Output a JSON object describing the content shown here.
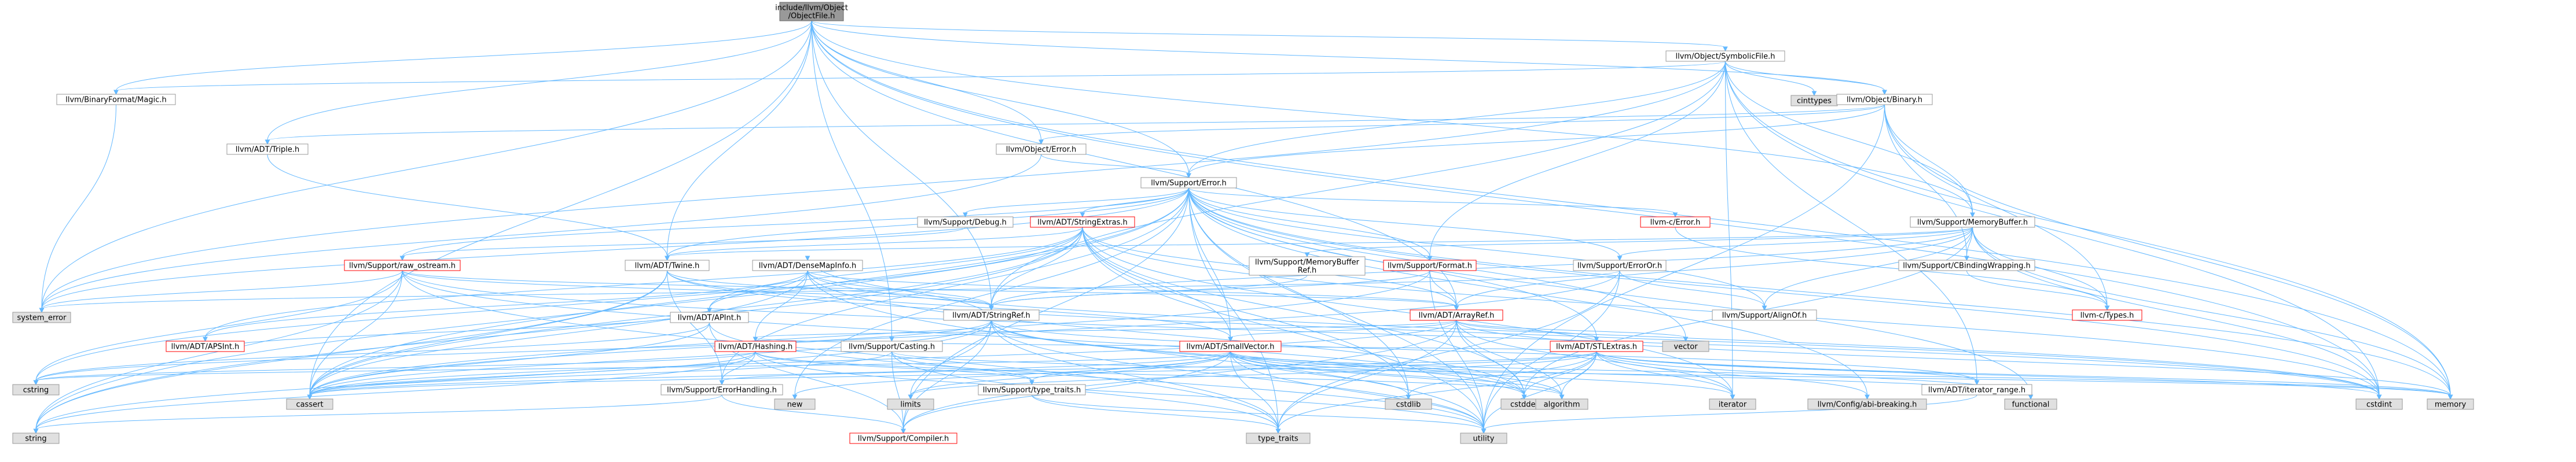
{
  "nodes": [
    {
      "id": "root",
      "label": [
        "include/llvm/Object",
        "/ObjectFile.h"
      ],
      "kind": "root"
    },
    {
      "id": "symbolicfile",
      "label": [
        "llvm/Object/SymbolicFile.h"
      ],
      "kind": "normal"
    },
    {
      "id": "magic",
      "label": [
        "llvm/BinaryFormat/Magic.h"
      ],
      "kind": "normal"
    },
    {
      "id": "cinttypes",
      "label": [
        "cinttypes"
      ],
      "kind": "external"
    },
    {
      "id": "binary",
      "label": [
        "llvm/Object/Binary.h"
      ],
      "kind": "normal"
    },
    {
      "id": "triple",
      "label": [
        "llvm/ADT/Triple.h"
      ],
      "kind": "normal"
    },
    {
      "id": "objerror",
      "label": [
        "llvm/Object/Error.h"
      ],
      "kind": "normal"
    },
    {
      "id": "supporterror",
      "label": [
        "llvm/Support/Error.h"
      ],
      "kind": "normal"
    },
    {
      "id": "debug",
      "label": [
        "llvm/Support/Debug.h"
      ],
      "kind": "normal"
    },
    {
      "id": "stringextras",
      "label": [
        "llvm/ADT/StringExtras.h"
      ],
      "kind": "incomplete"
    },
    {
      "id": "cerror",
      "label": [
        "llvm-c/Error.h"
      ],
      "kind": "incomplete"
    },
    {
      "id": "memorybuffer",
      "label": [
        "llvm/Support/MemoryBuffer.h"
      ],
      "kind": "normal"
    },
    {
      "id": "rawostream",
      "label": [
        "llvm/Support/raw_ostream.h"
      ],
      "kind": "incomplete"
    },
    {
      "id": "twine",
      "label": [
        "llvm/ADT/Twine.h"
      ],
      "kind": "normal"
    },
    {
      "id": "densemapinfo",
      "label": [
        "llvm/ADT/DenseMapInfo.h"
      ],
      "kind": "normal"
    },
    {
      "id": "mbref",
      "label": [
        "llvm/Support/MemoryBuffer",
        "Ref.h"
      ],
      "kind": "normal"
    },
    {
      "id": "format",
      "label": [
        "llvm/Support/Format.h"
      ],
      "kind": "incomplete"
    },
    {
      "id": "erroror",
      "label": [
        "llvm/Support/ErrorOr.h"
      ],
      "kind": "normal"
    },
    {
      "id": "cbinding",
      "label": [
        "llvm/Support/CBindingWrapping.h"
      ],
      "kind": "normal"
    },
    {
      "id": "ctypes",
      "label": [
        "llvm-c/Types.h"
      ],
      "kind": "incomplete"
    },
    {
      "id": "systemerror",
      "label": [
        "system_error"
      ],
      "kind": "external"
    },
    {
      "id": "apint",
      "label": [
        "llvm/ADT/APInt.h"
      ],
      "kind": "normal"
    },
    {
      "id": "stringref",
      "label": [
        "llvm/ADT/StringRef.h"
      ],
      "kind": "normal"
    },
    {
      "id": "arrayref",
      "label": [
        "llvm/ADT/ArrayRef.h"
      ],
      "kind": "incomplete"
    },
    {
      "id": "alignof",
      "label": [
        "llvm/Support/AlignOf.h"
      ],
      "kind": "normal"
    },
    {
      "id": "apsint",
      "label": [
        "llvm/ADT/APSInt.h"
      ],
      "kind": "incomplete"
    },
    {
      "id": "hashing",
      "label": [
        "llvm/ADT/Hashing.h"
      ],
      "kind": "incomplete"
    },
    {
      "id": "casting",
      "label": [
        "llvm/Support/Casting.h"
      ],
      "kind": "normal"
    },
    {
      "id": "smallvector",
      "label": [
        "llvm/ADT/SmallVector.h"
      ],
      "kind": "incomplete"
    },
    {
      "id": "stlextras",
      "label": [
        "llvm/ADT/STLExtras.h"
      ],
      "kind": "incomplete"
    },
    {
      "id": "vector",
      "label": [
        "vector"
      ],
      "kind": "external"
    },
    {
      "id": "cstring",
      "label": [
        "cstring"
      ],
      "kind": "external"
    },
    {
      "id": "errorhandling",
      "label": [
        "llvm/Support/ErrorHandling.h"
      ],
      "kind": "normal"
    },
    {
      "id": "typetraits",
      "label": [
        "llvm/Support/type_traits.h"
      ],
      "kind": "normal"
    },
    {
      "id": "iteratorrange",
      "label": [
        "llvm/ADT/iterator_range.h"
      ],
      "kind": "normal"
    },
    {
      "id": "cassert",
      "label": [
        "cassert"
      ],
      "kind": "external"
    },
    {
      "id": "new",
      "label": [
        "new"
      ],
      "kind": "external"
    },
    {
      "id": "limits",
      "label": [
        "limits"
      ],
      "kind": "external"
    },
    {
      "id": "cstdlib",
      "label": [
        "cstdlib"
      ],
      "kind": "external"
    },
    {
      "id": "cstddef",
      "label": [
        "cstddef"
      ],
      "kind": "external"
    },
    {
      "id": "algorithm",
      "label": [
        "algorithm"
      ],
      "kind": "external"
    },
    {
      "id": "iterator",
      "label": [
        "iterator"
      ],
      "kind": "external"
    },
    {
      "id": "abibreaking",
      "label": [
        "llvm/Config/abi-breaking.h"
      ],
      "kind": "external"
    },
    {
      "id": "functional",
      "label": [
        "functional"
      ],
      "kind": "external"
    },
    {
      "id": "cstdint",
      "label": [
        "cstdint"
      ],
      "kind": "external"
    },
    {
      "id": "memory",
      "label": [
        "memory"
      ],
      "kind": "external"
    },
    {
      "id": "string",
      "label": [
        "string"
      ],
      "kind": "external"
    },
    {
      "id": "compiler",
      "label": [
        "llvm/Support/Compiler.h"
      ],
      "kind": "incomplete"
    },
    {
      "id": "typetraitsstd",
      "label": [
        "type_traits"
      ],
      "kind": "external"
    },
    {
      "id": "utility",
      "label": [
        "utility"
      ],
      "kind": "external"
    }
  ],
  "edges": [
    [
      "root",
      "symbolicfile"
    ],
    [
      "root",
      "magic"
    ],
    [
      "root",
      "binary"
    ],
    [
      "root",
      "triple"
    ],
    [
      "root",
      "objerror"
    ],
    [
      "root",
      "supporterror"
    ],
    [
      "root",
      "memorybuffer"
    ],
    [
      "root",
      "stringref"
    ],
    [
      "root",
      "arrayref"
    ],
    [
      "root",
      "twine"
    ],
    [
      "root",
      "casting"
    ],
    [
      "root",
      "systemerror"
    ],
    [
      "root",
      "cassert"
    ],
    [
      "root",
      "cstdint"
    ],
    [
      "root",
      "memory"
    ],
    [
      "symbolicfile",
      "magic"
    ],
    [
      "symbolicfile",
      "cinttypes"
    ],
    [
      "symbolicfile",
      "binary"
    ],
    [
      "symbolicfile",
      "supporterror"
    ],
    [
      "symbolicfile",
      "memorybuffer"
    ],
    [
      "symbolicfile",
      "stringref"
    ],
    [
      "symbolicfile",
      "format"
    ],
    [
      "symbolicfile",
      "iteratorrange"
    ],
    [
      "symbolicfile",
      "cstdint"
    ],
    [
      "symbolicfile",
      "iterator"
    ],
    [
      "symbolicfile",
      "memory"
    ],
    [
      "symbolicfile",
      "systemerror"
    ],
    [
      "magic",
      "systemerror"
    ],
    [
      "binary",
      "triple"
    ],
    [
      "binary",
      "objerror"
    ],
    [
      "binary",
      "supporterror"
    ],
    [
      "binary",
      "memorybuffer"
    ],
    [
      "binary",
      "ctypes"
    ],
    [
      "binary",
      "cbinding"
    ],
    [
      "binary",
      "memory"
    ],
    [
      "binary",
      "utility"
    ],
    [
      "triple",
      "twine"
    ],
    [
      "objerror",
      "supporterror"
    ],
    [
      "objerror",
      "systemerror"
    ],
    [
      "supporterror",
      "debug"
    ],
    [
      "supporterror",
      "stringextras"
    ],
    [
      "supporterror",
      "cerror"
    ],
    [
      "supporterror",
      "twine"
    ],
    [
      "supporterror",
      "rawostream"
    ],
    [
      "supporterror",
      "format"
    ],
    [
      "supporterror",
      "erroror"
    ],
    [
      "supporterror",
      "compiler"
    ],
    [
      "supporterror",
      "errorhandling"
    ],
    [
      "supporterror",
      "abibreaking"
    ],
    [
      "supporterror",
      "cassert"
    ],
    [
      "supporterror",
      "cstdint"
    ],
    [
      "supporterror",
      "cstdlib"
    ],
    [
      "supporterror",
      "functional"
    ],
    [
      "supporterror",
      "memory"
    ],
    [
      "supporterror",
      "new"
    ],
    [
      "supporterror",
      "optional"
    ],
    [
      "supporterror",
      "string"
    ],
    [
      "supporterror",
      "systemerror"
    ],
    [
      "supporterror",
      "typetraitsstd"
    ],
    [
      "supporterror",
      "utility"
    ],
    [
      "supporterror",
      "vector"
    ],
    [
      "supporterror",
      "alignof"
    ],
    [
      "supporterror",
      "stlextras"
    ],
    [
      "supporterror",
      "smallvector"
    ],
    [
      "debug",
      "rawostream"
    ],
    [
      "stringextras",
      "apint"
    ],
    [
      "stringextras",
      "apsint"
    ],
    [
      "stringextras",
      "arrayref"
    ],
    [
      "stringextras",
      "smallvector"
    ],
    [
      "stringextras",
      "stringref"
    ],
    [
      "stringextras",
      "twine"
    ],
    [
      "stringextras",
      "cassert"
    ],
    [
      "stringextras",
      "cstddef"
    ],
    [
      "stringextras",
      "cstdint"
    ],
    [
      "stringextras",
      "cstdlib"
    ],
    [
      "stringextras",
      "cstring"
    ],
    [
      "stringextras",
      "iterator"
    ],
    [
      "stringextras",
      "string"
    ],
    [
      "stringextras",
      "utility"
    ],
    [
      "cerror",
      "ctypes"
    ],
    [
      "memorybuffer",
      "ctypes"
    ],
    [
      "memorybuffer",
      "arrayref"
    ],
    [
      "memorybuffer",
      "stringref"
    ],
    [
      "memorybuffer",
      "twine"
    ],
    [
      "memorybuffer",
      "alignof"
    ],
    [
      "memorybuffer",
      "cbinding"
    ],
    [
      "memorybuffer",
      "erroror"
    ],
    [
      "memorybuffer",
      "mbref"
    ],
    [
      "memorybuffer",
      "cstddef"
    ],
    [
      "memorybuffer",
      "cstdint"
    ],
    [
      "memorybuffer",
      "memory"
    ],
    [
      "rawostream",
      "arrayref"
    ],
    [
      "rawostream",
      "stringref"
    ],
    [
      "rawostream",
      "cassert"
    ],
    [
      "rawostream",
      "cstddef"
    ],
    [
      "rawostream",
      "cstdint"
    ],
    [
      "rawostream",
      "cstring"
    ],
    [
      "rawostream",
      "string"
    ],
    [
      "rawostream",
      "systemerror"
    ],
    [
      "rawostream",
      "typetraitsstd"
    ],
    [
      "twine",
      "smallvector"
    ],
    [
      "twine",
      "stringref"
    ],
    [
      "twine",
      "errorhandling"
    ],
    [
      "twine",
      "cassert"
    ],
    [
      "twine",
      "cstdint"
    ],
    [
      "twine",
      "string"
    ],
    [
      "densemapinfo",
      "apint"
    ],
    [
      "densemapinfo",
      "apsint"
    ],
    [
      "densemapinfo",
      "arrayref"
    ],
    [
      "densemapinfo",
      "hashing"
    ],
    [
      "densemapinfo",
      "stringref"
    ],
    [
      "densemapinfo",
      "cassert"
    ],
    [
      "densemapinfo",
      "cstddef"
    ],
    [
      "densemapinfo",
      "cstdint"
    ],
    [
      "densemapinfo",
      "tuple"
    ],
    [
      "densemapinfo",
      "utility"
    ],
    [
      "mbref",
      "stringref"
    ],
    [
      "format",
      "arrayref"
    ],
    [
      "format",
      "stringref"
    ],
    [
      "format",
      "cassert"
    ],
    [
      "format",
      "cstdio"
    ],
    [
      "format",
      "tuple"
    ],
    [
      "format",
      "utility"
    ],
    [
      "erroror",
      "alignof"
    ],
    [
      "erroror",
      "cassert"
    ],
    [
      "erroror",
      "systemerror"
    ],
    [
      "erroror",
      "typetraitsstd"
    ],
    [
      "erroror",
      "utility"
    ],
    [
      "cbinding",
      "ctypes"
    ],
    [
      "apint",
      "compiler"
    ],
    [
      "apint",
      "cassert"
    ],
    [
      "apint",
      "climits"
    ],
    [
      "apint",
      "cstring"
    ],
    [
      "apint",
      "utility"
    ],
    [
      "stringref",
      "densemapinfo"
    ],
    [
      "stringref",
      "stlfunctionalextras"
    ],
    [
      "stringref",
      "iteratorrange"
    ],
    [
      "stringref",
      "compiler"
    ],
    [
      "stringref",
      "algorithm"
    ],
    [
      "stringref",
      "cassert"
    ],
    [
      "stringref",
      "cstddef"
    ],
    [
      "stringref",
      "cstring"
    ],
    [
      "stringref",
      "limits"
    ],
    [
      "stringref",
      "string"
    ],
    [
      "stringref",
      "typetraitsstd"
    ],
    [
      "stringref",
      "utility"
    ],
    [
      "arrayref",
      "hashing"
    ],
    [
      "arrayref",
      "smallvector"
    ],
    [
      "arrayref",
      "stlextras"
    ],
    [
      "arrayref",
      "compiler"
    ],
    [
      "arrayref",
      "algorithm"
    ],
    [
      "arrayref",
      "array"
    ],
    [
      "arrayref",
      "cassert"
    ],
    [
      "arrayref",
      "cstddef"
    ],
    [
      "arrayref",
      "initializer_list"
    ],
    [
      "arrayref",
      "iterator"
    ],
    [
      "arrayref",
      "memory"
    ],
    [
      "arrayref",
      "typetraitsstd"
    ],
    [
      "arrayref",
      "vector"
    ],
    [
      "apsint",
      "apint"
    ],
    [
      "hashing",
      "errorhandling"
    ],
    [
      "hashing",
      "typetraits"
    ],
    [
      "hashing",
      "algorithm"
    ],
    [
      "hashing",
      "cassert"
    ],
    [
      "hashing",
      "cstring"
    ],
    [
      "hashing",
      "string"
    ],
    [
      "hashing",
      "tuple"
    ],
    [
      "hashing",
      "utility"
    ],
    [
      "casting",
      "compiler"
    ],
    [
      "casting",
      "typetraits"
    ],
    [
      "casting",
      "cassert"
    ],
    [
      "casting",
      "memory"
    ],
    [
      "casting",
      "optional"
    ],
    [
      "casting",
      "typetraitsstd"
    ],
    [
      "smallvector",
      "compiler"
    ],
    [
      "smallvector",
      "typetraits"
    ],
    [
      "smallvector",
      "algorithm"
    ],
    [
      "smallvector",
      "cassert"
    ],
    [
      "smallvector",
      "cstddef"
    ],
    [
      "smallvector",
      "cstdlib"
    ],
    [
      "smallvector",
      "cstring"
    ],
    [
      "smallvector",
      "functional"
    ],
    [
      "smallvector",
      "initializer_list"
    ],
    [
      "smallvector",
      "iterator"
    ],
    [
      "smallvector",
      "limits"
    ],
    [
      "smallvector",
      "memory"
    ],
    [
      "smallvector",
      "new"
    ],
    [
      "smallvector",
      "typetraitsstd"
    ],
    [
      "smallvector",
      "utility"
    ],
    [
      "stlextras",
      "hashing"
    ],
    [
      "stlextras",
      "stlforwardcompat"
    ],
    [
      "stlextras",
      "stlfunctionalextras"
    ],
    [
      "stlextras",
      "iteratorrange"
    ],
    [
      "stlextras",
      "abibreaking"
    ],
    [
      "stlextras",
      "errorhandling"
    ],
    [
      "stlextras",
      "algorithm"
    ],
    [
      "stlextras",
      "cassert"
    ],
    [
      "stlextras",
      "cstddef"
    ],
    [
      "stlextras",
      "cstdint"
    ],
    [
      "stlextras",
      "cstdlib"
    ],
    [
      "stlextras",
      "functional"
    ],
    [
      "stlextras",
      "initializer_list"
    ],
    [
      "stlextras",
      "iterator"
    ],
    [
      "stlextras",
      "limits"
    ],
    [
      "stlextras",
      "memory"
    ],
    [
      "stlextras",
      "optional"
    ],
    [
      "stlextras",
      "tuple"
    ],
    [
      "stlextras",
      "typetraitsstd"
    ],
    [
      "stlextras",
      "utility"
    ],
    [
      "errorhandling",
      "compiler"
    ],
    [
      "errorhandling",
      "string"
    ],
    [
      "typetraits",
      "typetraitsstd"
    ],
    [
      "typetraits",
      "utility"
    ],
    [
      "iteratorrange",
      "utility"
    ]
  ]
}
